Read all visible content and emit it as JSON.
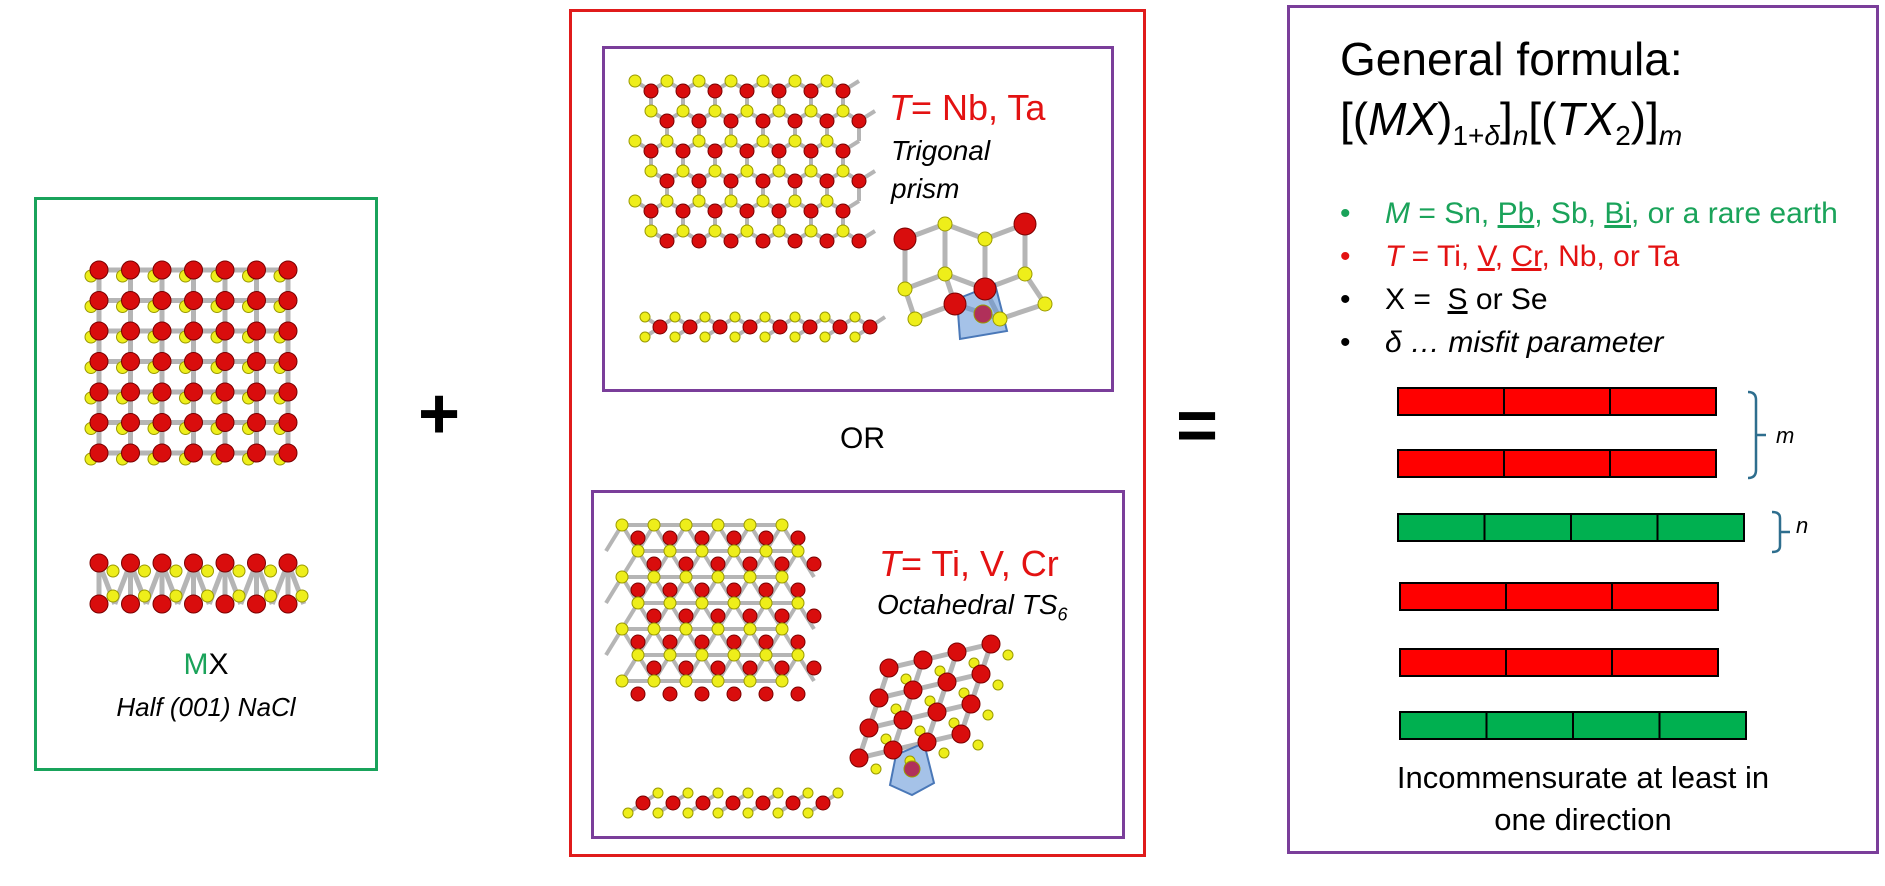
{
  "operators": {
    "plus": "+",
    "equals": "="
  },
  "panel_mx": {
    "border_color": "#19a35b",
    "label_m": "M",
    "label_x": "X",
    "caption": "Half (001) NaCl"
  },
  "panel_tx2": {
    "border_color": "#e01b1b",
    "inner_border_color": "#7a3e9a",
    "or_label": "OR",
    "trigonal": {
      "t_symbol": "T",
      "t_elements": "= Nb, Ta",
      "geometry_line1": "Trigonal",
      "geometry_line2": "prism"
    },
    "octahedral": {
      "t_symbol": "T",
      "t_elements": "= Ti, V, Cr",
      "geometry": "Octahedral TS",
      "geometry_sub": "6"
    }
  },
  "panel_formula": {
    "border_color": "#7a3e9a",
    "title": "General formula:",
    "formula": {
      "p1": "[(",
      "mx": "MX",
      "p2": ")",
      "sub1": "1+",
      "delta": "δ",
      "p3": "]",
      "sub_n": "n",
      "p4": "[(",
      "tx": "TX",
      "sub2": "2",
      "p5": ")]",
      "sub_m": "m"
    },
    "bullets": {
      "m": {
        "bullet": "•",
        "sym": "M",
        "a": " = Sn, ",
        "pb": "Pb",
        "b": ", Sb, ",
        "bi": "Bi",
        "c": ", or a rare earth"
      },
      "t": {
        "bullet": "•",
        "sym": "T",
        "a": " = Ti, ",
        "v": "V",
        "b": ", ",
        "cr": "Cr",
        "c": ", Nb, or Ta"
      },
      "x": {
        "bullet": "•",
        "a": "X =  ",
        "s": "S",
        "b": " or Se"
      },
      "d": {
        "bullet": "•",
        "text": "δ … misfit parameter"
      }
    },
    "stack_labels": {
      "m": "m",
      "n": "n"
    },
    "layer_colors": {
      "tx2": "#ff0000",
      "mx": "#00b050"
    },
    "caption_line1": "Incommensurate at least in",
    "caption_line2": "one direction"
  }
}
